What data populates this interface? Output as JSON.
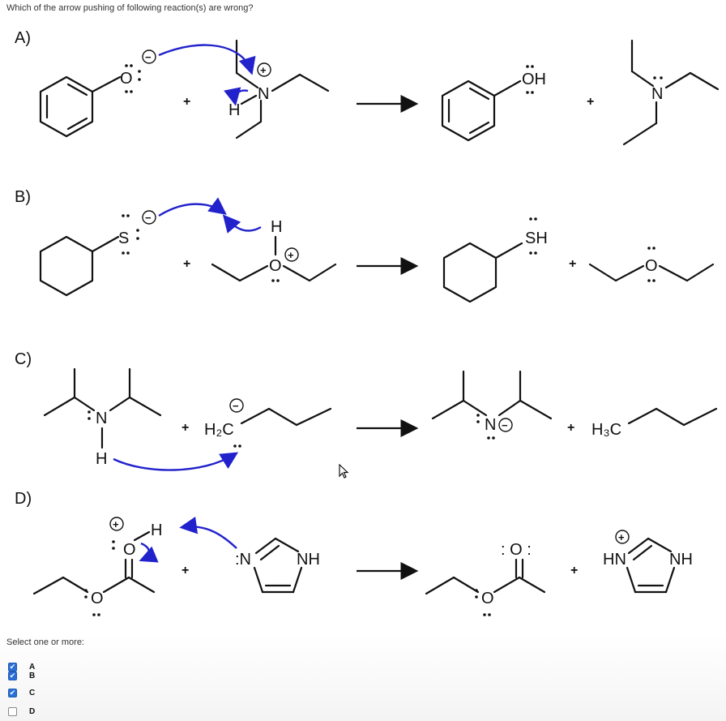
{
  "question": "Which of the arrow pushing of following reaction(s) are wrong?",
  "reactions": [
    {
      "label": "A)"
    },
    {
      "label": "B)"
    },
    {
      "label": "C)"
    },
    {
      "label": "D)"
    }
  ],
  "atoms": {
    "O": "O",
    "OH": "OH",
    "N": "N",
    "H": "H",
    "S": "S",
    "SH": "SH",
    "H2C": "H₂C",
    "H3C": "H₃C",
    "NH": "NH",
    "HN": "HN",
    "N_im": ":N",
    "O_lp": ": O :"
  },
  "symbols": {
    "plus": "+",
    "positive": "+",
    "negative": "−"
  },
  "answers": {
    "prompt": "Select one or more:",
    "options": [
      {
        "label": "A",
        "checked": true
      },
      {
        "label": "B",
        "checked": true
      },
      {
        "label": "C",
        "checked": true
      },
      {
        "label": "D",
        "checked": false
      }
    ],
    "check_mark": "✔"
  },
  "colors": {
    "curly_arrow": "#2222cc",
    "checkbox_checked": "#2a6fd6"
  }
}
